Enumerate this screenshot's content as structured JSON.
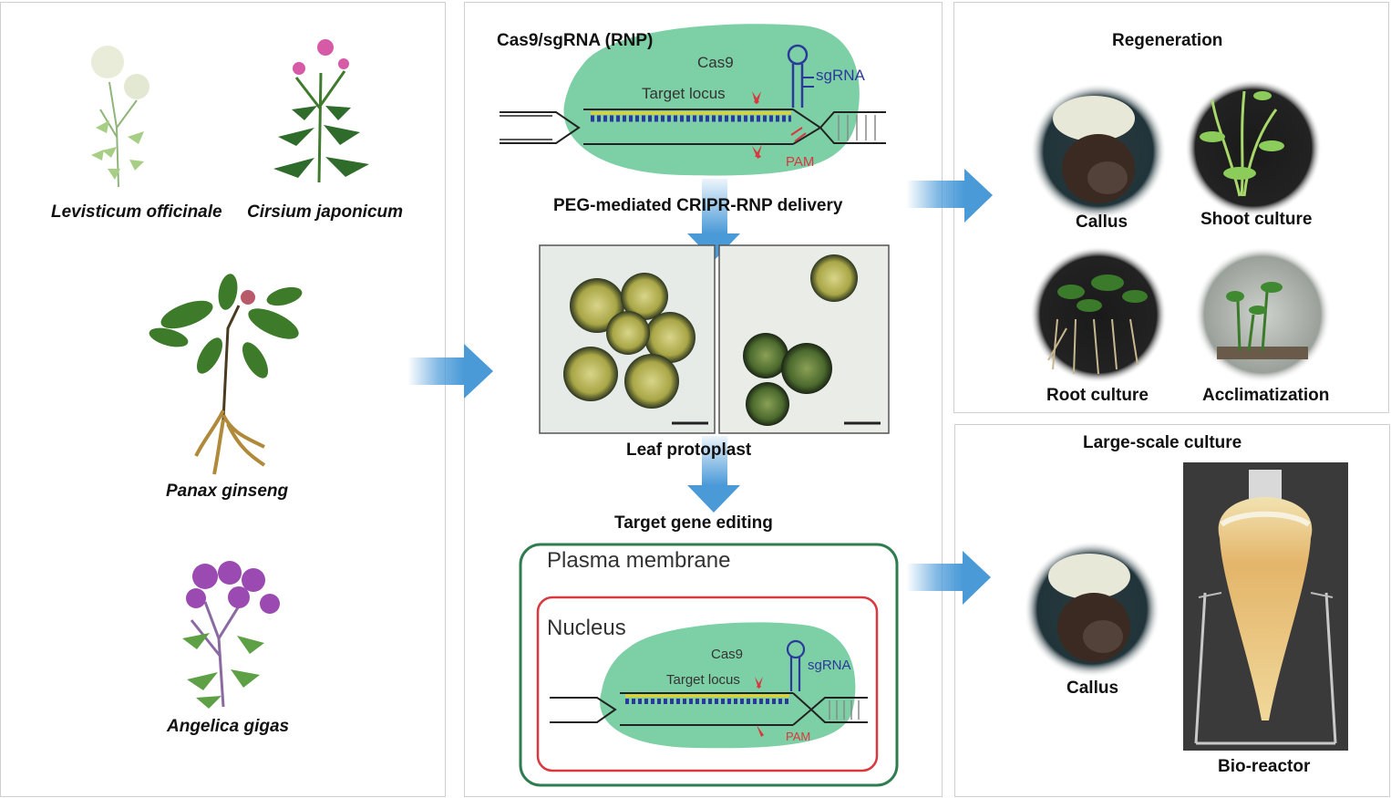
{
  "left_panel": {
    "plants": [
      {
        "name": "Levisticum officinale"
      },
      {
        "name": "Cirsium japonicum"
      },
      {
        "name": "Panax ginseng"
      },
      {
        "name": "Angelica gigas"
      }
    ]
  },
  "middle_panel": {
    "rnp_title": "Cas9/sgRNA (RNP)",
    "cas9_label": "Cas9",
    "sgrna_label": "sgRNA",
    "target_locus_label": "Target locus",
    "pam_label": "PAM",
    "delivery_label": "PEG-mediated CRIPR-RNP delivery",
    "protoplast_label": "Leaf protoplast",
    "editing_label": "Target gene editing",
    "plasma_membrane_label": "Plasma membrane",
    "nucleus_label": "Nucleus"
  },
  "regeneration_panel": {
    "title": "Regeneration",
    "items": [
      "Callus",
      "Shoot culture",
      "Root culture",
      "Acclimatization"
    ]
  },
  "large_scale_panel": {
    "title": "Large-scale culture",
    "callus_label": "Callus",
    "bioreactor_label": "Bio-reactor"
  },
  "colors": {
    "arrow_blue": "#4a9ad8",
    "cas9_green": "#7dcfa5",
    "membrane_green": "#2e7d4f",
    "nucleus_red": "#d9383e",
    "sgrna_blue": "#2b3a9a",
    "pam_red": "#d9383e"
  }
}
